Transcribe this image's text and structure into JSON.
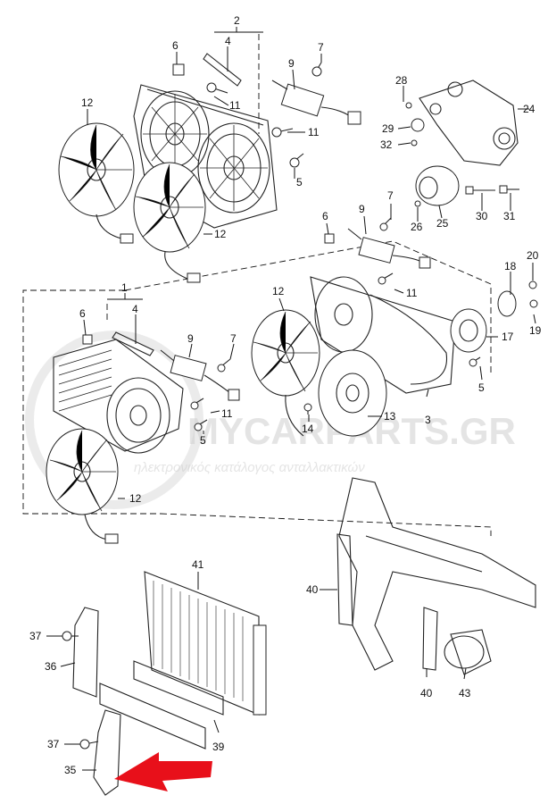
{
  "watermark": {
    "brand": "MYCARPARTS.GR",
    "tagline": "ηλεκτρονικός κατάλογος ανταλλακτικών"
  },
  "callouts": [
    {
      "id": "c2",
      "text": "2"
    },
    {
      "id": "c4a",
      "text": "4"
    },
    {
      "id": "c6a",
      "text": "6"
    },
    {
      "id": "c7a",
      "text": "7"
    },
    {
      "id": "c9a",
      "text": "9"
    },
    {
      "id": "c12a",
      "text": "12"
    },
    {
      "id": "c11a",
      "text": "11"
    },
    {
      "id": "c11b",
      "text": "11"
    },
    {
      "id": "c5a",
      "text": "5"
    },
    {
      "id": "c12b",
      "text": "12"
    },
    {
      "id": "c28",
      "text": "28"
    },
    {
      "id": "c24",
      "text": "24"
    },
    {
      "id": "c29",
      "text": "29"
    },
    {
      "id": "c32",
      "text": "32"
    },
    {
      "id": "c7b",
      "text": "7"
    },
    {
      "id": "c26",
      "text": "26"
    },
    {
      "id": "c25",
      "text": "25"
    },
    {
      "id": "c30",
      "text": "30"
    },
    {
      "id": "c31",
      "text": "31"
    },
    {
      "id": "c6b",
      "text": "6"
    },
    {
      "id": "c9b",
      "text": "9"
    },
    {
      "id": "c20",
      "text": "20"
    },
    {
      "id": "c18",
      "text": "18"
    },
    {
      "id": "c11c",
      "text": "11"
    },
    {
      "id": "c12c",
      "text": "12"
    },
    {
      "id": "c17",
      "text": "17"
    },
    {
      "id": "c19",
      "text": "19"
    },
    {
      "id": "c1",
      "text": "1"
    },
    {
      "id": "c4b",
      "text": "4"
    },
    {
      "id": "c6c",
      "text": "6"
    },
    {
      "id": "c9c",
      "text": "9"
    },
    {
      "id": "c7c",
      "text": "7"
    },
    {
      "id": "c11d",
      "text": "11"
    },
    {
      "id": "c5b",
      "text": "5"
    },
    {
      "id": "c5c",
      "text": "5"
    },
    {
      "id": "c14",
      "text": "14"
    },
    {
      "id": "c13",
      "text": "13"
    },
    {
      "id": "c3",
      "text": "3"
    },
    {
      "id": "c12d",
      "text": "12"
    },
    {
      "id": "c41",
      "text": "41"
    },
    {
      "id": "c40a",
      "text": "40"
    },
    {
      "id": "c37a",
      "text": "37"
    },
    {
      "id": "c36",
      "text": "36"
    },
    {
      "id": "c40b",
      "text": "40"
    },
    {
      "id": "c43",
      "text": "43"
    },
    {
      "id": "c39",
      "text": "39"
    },
    {
      "id": "c37b",
      "text": "37"
    },
    {
      "id": "c35",
      "text": "35"
    }
  ],
  "highlight_arrow_color": "#e8101a"
}
